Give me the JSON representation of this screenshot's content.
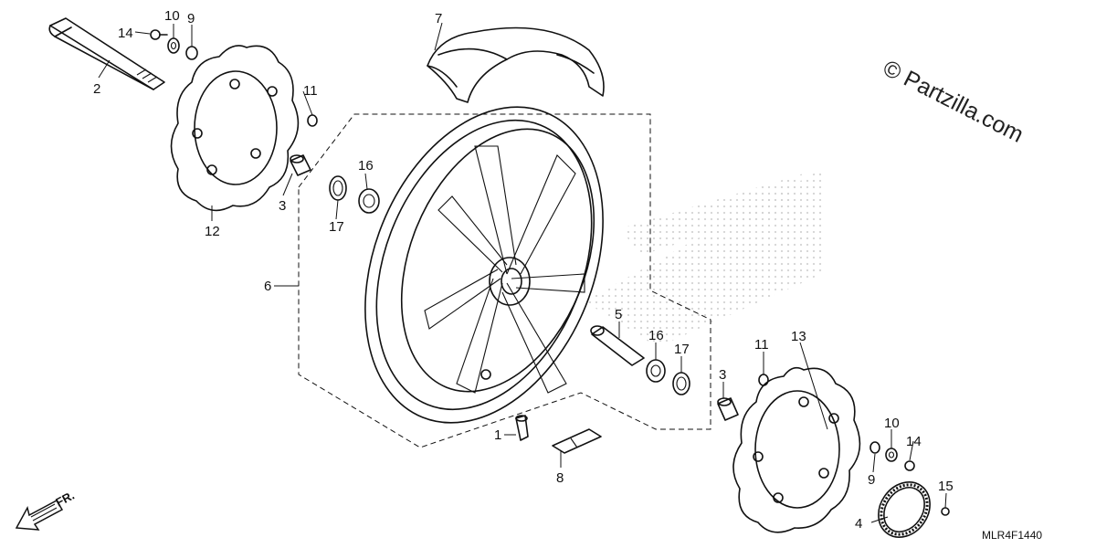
{
  "diagram": {
    "watermark": "© Partzilla.com",
    "drawing_code": "MLR4F1440",
    "direction_label": "FR.",
    "callouts": {
      "c1": "1",
      "c2": "2",
      "c3a": "3",
      "c3b": "3",
      "c4": "4",
      "c5": "5",
      "c6": "6",
      "c7": "7",
      "c8": "8",
      "c9a": "9",
      "c9b": "9",
      "c10a": "10",
      "c10b": "10",
      "c11a": "11",
      "c11b": "11",
      "c12": "12",
      "c13": "13",
      "c14a": "14",
      "c14b": "14",
      "c15": "15",
      "c16a": "16",
      "c16b": "16",
      "c17a": "17",
      "c17b": "17"
    }
  }
}
